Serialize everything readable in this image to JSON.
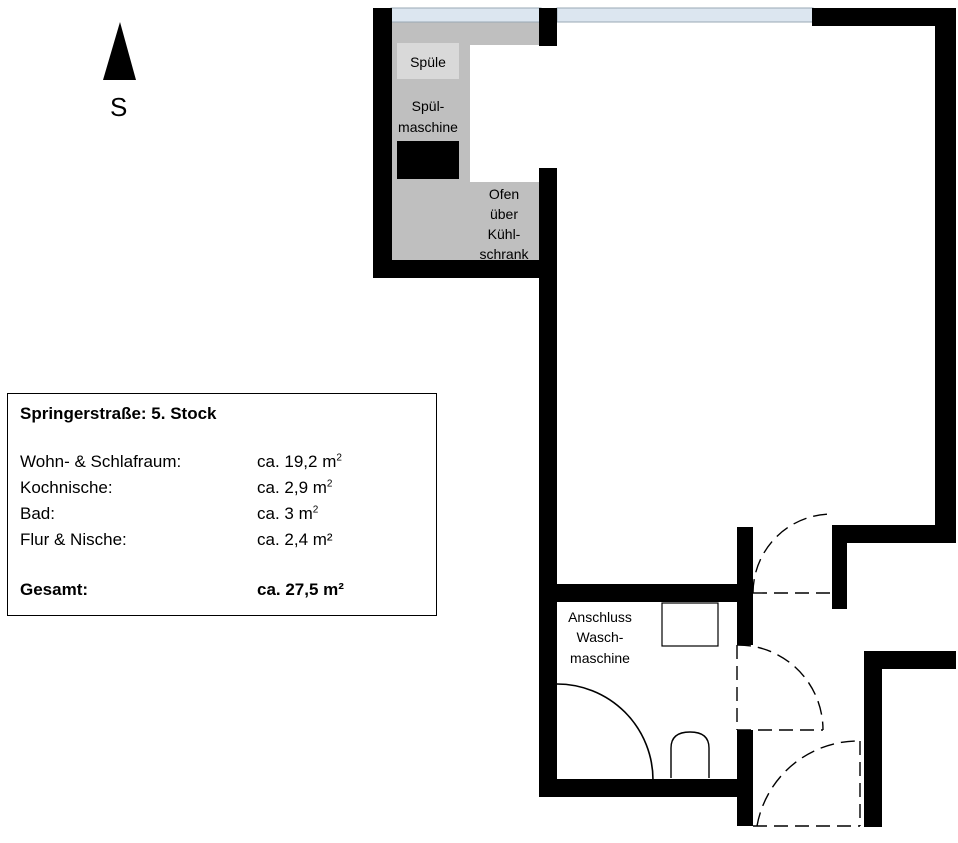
{
  "compass": {
    "letter": "S",
    "icon": "north-arrow-icon"
  },
  "fixtures": {
    "sink": "Spüle",
    "dishwasher_line1": "Spül-",
    "dishwasher_line2": "maschine",
    "oven_line1": "Ofen",
    "oven_line2": "über",
    "oven_line3": "Kühl-",
    "oven_line4": "schrank",
    "washer_line1": "Anschluss",
    "washer_line2": "Wasch-",
    "washer_line3": "maschine"
  },
  "legend": {
    "title": "Springerstraße: 5. Stock",
    "rooms": [
      {
        "name": "Wohn- & Schlafraum:",
        "area": "ca. 19,2 m",
        "unit_sup": "2"
      },
      {
        "name": "Kochnische:",
        "area": "ca. 2,9 m",
        "unit_sup": "2"
      },
      {
        "name": "Bad:",
        "area": "ca. 3 m",
        "unit_sup": "2"
      },
      {
        "name": "Flur & Nische:",
        "area": "ca. 2,4 m²",
        "unit_sup": ""
      }
    ],
    "total": {
      "name": "Gesamt:",
      "area": "ca. 27,5 m²"
    }
  },
  "colors": {
    "wall": "#000000",
    "kitchen": "#bfbfbf",
    "sink": "#d9d9d9",
    "window": "#dce6f0"
  }
}
